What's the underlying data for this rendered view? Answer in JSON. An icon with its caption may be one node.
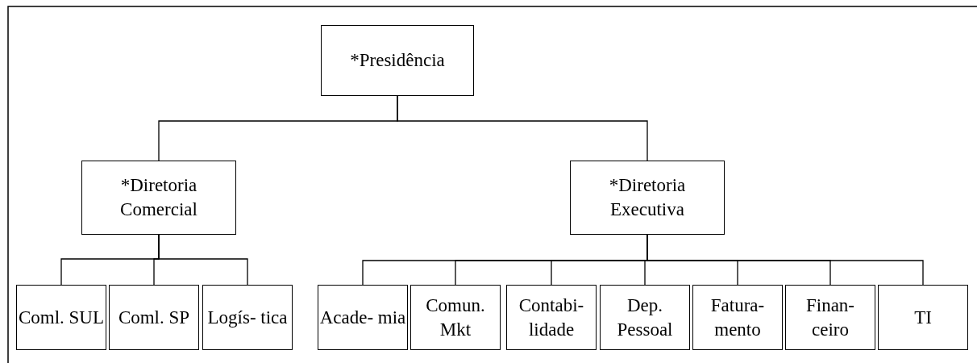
{
  "diagram": {
    "nodes": [
      {
        "text": [
          "*Presidência"
        ]
      },
      {
        "text": [
          "*Diretoria Comercial"
        ]
      },
      {
        "text": [
          "*Diretoria Executiva"
        ]
      },
      {
        "text": [
          "Coml. SUL"
        ]
      },
      {
        "text": [
          "Coml. SP"
        ]
      },
      {
        "text": [
          "Logís- tica"
        ]
      },
      {
        "text": [
          "Acade- mia"
        ]
      },
      {
        "text": [
          "Comun. Mkt"
        ]
      },
      {
        "text": [
          "Contabi- lidade"
        ]
      },
      {
        "text": [
          "Dep. Pessoal"
        ]
      },
      {
        "text": [
          "Fatura- mento"
        ]
      },
      {
        "text": [
          "Finan- ceiro"
        ]
      },
      {
        "text": [
          "TI"
        ]
      }
    ],
    "edges": [
      {
        "from": 0,
        "to": 1,
        "arrow": "none"
      },
      {
        "from": 0,
        "to": 2,
        "arrow": "none"
      },
      {
        "from": 1,
        "to": 3,
        "arrow": "none"
      },
      {
        "from": 1,
        "to": 4,
        "arrow": "none"
      },
      {
        "from": 1,
        "to": 5,
        "arrow": "none"
      },
      {
        "from": 2,
        "to": 6,
        "arrow": "none"
      },
      {
        "from": 2,
        "to": 7,
        "arrow": "none"
      },
      {
        "from": 2,
        "to": 8,
        "arrow": "none"
      },
      {
        "from": 2,
        "to": 9,
        "arrow": "none"
      },
      {
        "from": 2,
        "to": 10,
        "arrow": "none"
      },
      {
        "from": 2,
        "to": 11,
        "arrow": "none"
      },
      {
        "from": 2,
        "to": 12,
        "arrow": "none"
      }
    ]
  }
}
